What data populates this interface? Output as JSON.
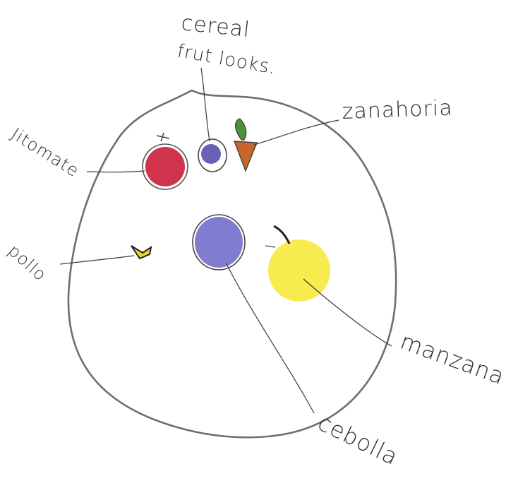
{
  "labels": {
    "cereal_line1": "cereal",
    "cereal_line2": "frut looks.",
    "zanahoria": "zanahoria",
    "jitomate": "Jitomate",
    "pollo": "pollo",
    "manzana": "manzana",
    "cebolla": "cebolla"
  },
  "colors": {
    "outline": "#6e6e6e",
    "jitomate": "#c8102e",
    "cereal": "#5a4fb0",
    "zanahoria": "#c8652a",
    "leaf": "#4f8f3a",
    "cebolla": "#6a66c8",
    "manzana": "#f5ea3a",
    "pollo": "#e4dc2a"
  }
}
